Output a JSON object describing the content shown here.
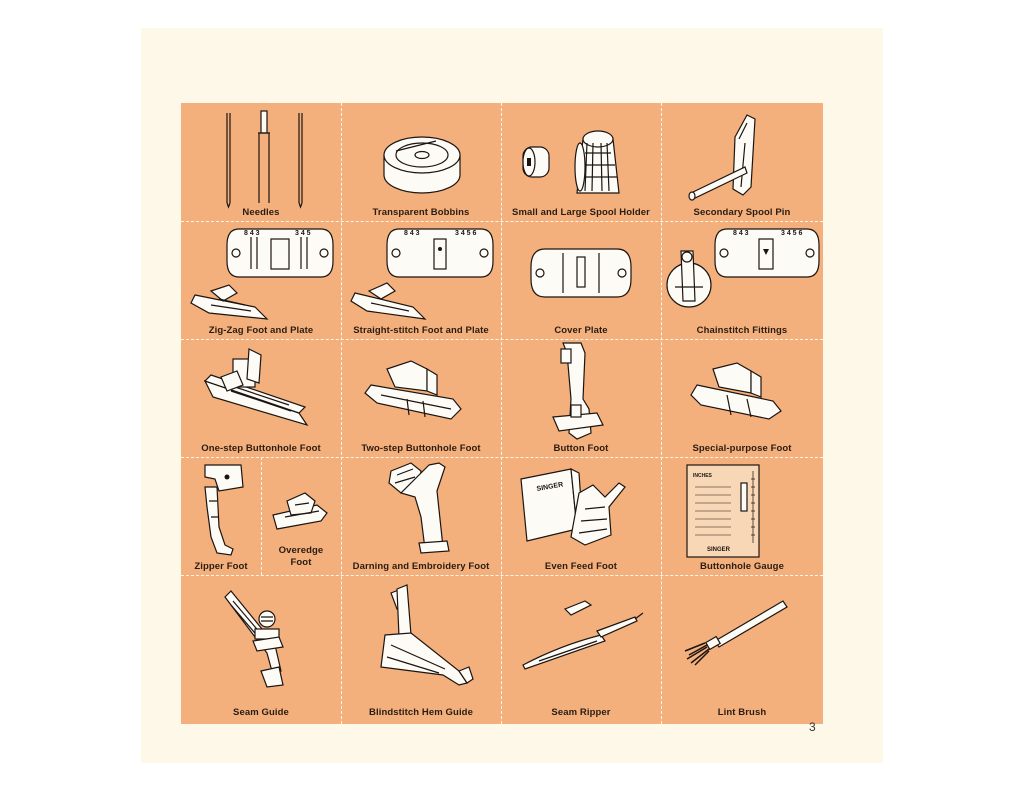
{
  "page_number": "3",
  "colors": {
    "panel": "#f3b07c",
    "page": "#fdf8e8",
    "ink": "#1c1410"
  },
  "accessories": [
    {
      "label": "Needles",
      "icon": "needles-icon"
    },
    {
      "label": "Transparent Bobbins",
      "icon": "bobbin-icon"
    },
    {
      "label": "Small and Large Spool Holder",
      "icon": "spool-holder-icon"
    },
    {
      "label": "Secondary Spool Pin",
      "icon": "spool-pin-icon"
    },
    {
      "label": "Zig-Zag Foot and Plate",
      "icon": "zigzag-foot-plate-icon"
    },
    {
      "label": "Straight-stitch Foot and Plate",
      "icon": "straight-stitch-foot-plate-icon"
    },
    {
      "label": "Cover Plate",
      "icon": "cover-plate-icon"
    },
    {
      "label": "Chainstitch Fittings",
      "icon": "chainstitch-fittings-icon"
    },
    {
      "label": "One-step Buttonhole Foot",
      "icon": "one-step-buttonhole-foot-icon"
    },
    {
      "label": "Two-step Buttonhole Foot",
      "icon": "two-step-buttonhole-foot-icon"
    },
    {
      "label": "Button Foot",
      "icon": "button-foot-icon"
    },
    {
      "label": "Special-purpose Foot",
      "icon": "special-purpose-foot-icon"
    },
    {
      "label": "Zipper Foot",
      "icon": "zipper-foot-icon"
    },
    {
      "label_line1": "Overedge",
      "label_line2": "Foot",
      "icon": "overedge-foot-icon"
    },
    {
      "label": "Darning and Embroidery Foot",
      "icon": "darning-foot-icon"
    },
    {
      "label": "Even Feed Foot",
      "icon": "even-feed-foot-icon",
      "brand": "SINGER"
    },
    {
      "label": "Buttonhole Gauge",
      "icon": "buttonhole-gauge-icon",
      "brand": "SINGER",
      "caption": "INCHES"
    },
    {
      "label": "Seam Guide",
      "icon": "seam-guide-icon"
    },
    {
      "label": "Blindstitch Hem Guide",
      "icon": "blindstitch-hem-guide-icon"
    },
    {
      "label": "Seam Ripper",
      "icon": "seam-ripper-icon"
    },
    {
      "label": "Lint Brush",
      "icon": "lint-brush-icon"
    }
  ]
}
